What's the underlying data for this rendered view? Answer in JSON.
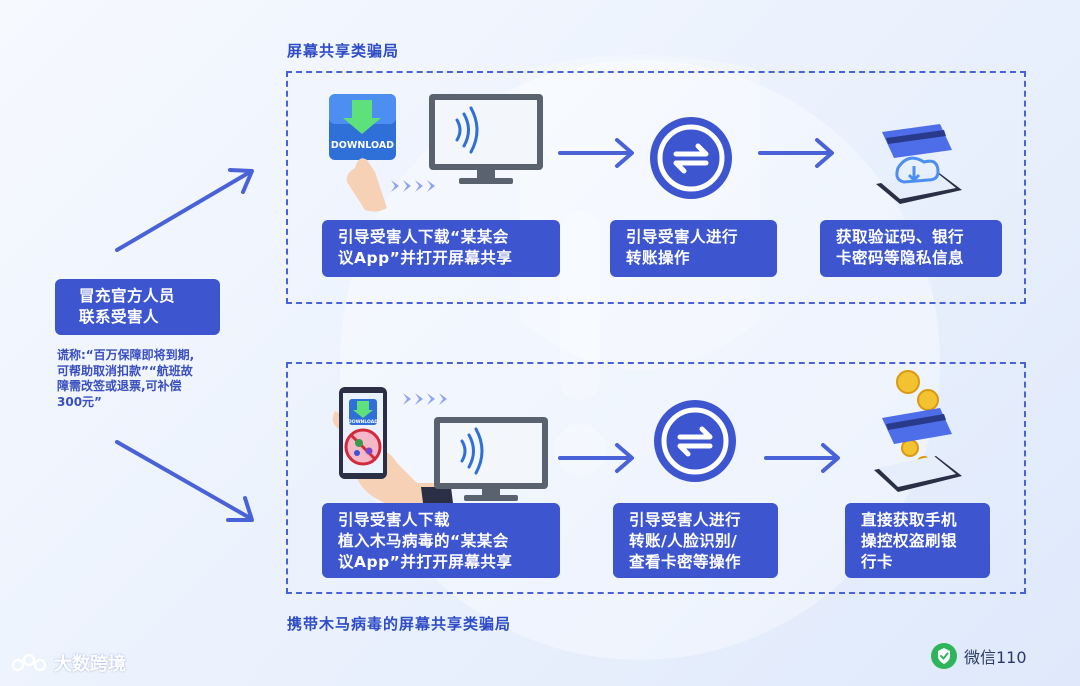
{
  "sections": {
    "top_title": "屏幕共享类骗局",
    "bottom_title": "携带木马病毒的屏幕共享类骗局"
  },
  "start": {
    "box_lines": [
      "冒充官方人员",
      "联系受害人"
    ],
    "claim_lines": [
      "谎称:“百万保障即将到期,",
      "可帮助取消扣款”“航班故",
      "障需改签或退票,可补偿",
      "300元”"
    ]
  },
  "top_flow": {
    "step1": [
      "引导受害人下载“某某会",
      "议App”并打开屏幕共享"
    ],
    "step2": [
      "引导受害人进行",
      "转账操作"
    ],
    "step3": [
      "获取验证码、银行",
      "卡密码等隐私信息"
    ]
  },
  "bottom_flow": {
    "step1": [
      "引导受害人下载",
      "植入木马病毒的“某某会",
      "议App”并打开屏幕共享"
    ],
    "step2": [
      "引导受害人进行",
      "转账/人脸识别/",
      "查看卡密等操作"
    ],
    "step3": [
      "直接获取手机",
      "操控权盗刷银",
      "行卡"
    ]
  },
  "icons": {
    "download_label": "DOWNLOAD",
    "phone_download_label": "DOWNLOAD"
  },
  "footer": {
    "left_brand": "大数跨境",
    "right_brand": "微信110"
  },
  "colors": {
    "primary": "#3d55cf",
    "accent": "#4a62d8",
    "title": "#2e4cc7",
    "brand_green": "#2fb35b"
  }
}
